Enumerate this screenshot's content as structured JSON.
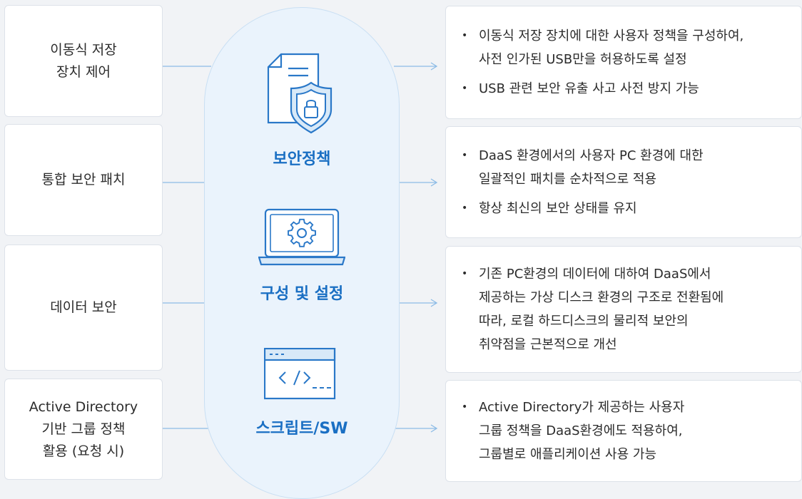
{
  "left_items": [
    {
      "label": "이동식 저장\n장치 제어"
    },
    {
      "label": "통합 보안 패치"
    },
    {
      "label": "데이터 보안"
    },
    {
      "label": "Active Directory\n기반 그룹 정책\n활용 (요청 시)"
    }
  ],
  "center_items": [
    {
      "label": "보안정책",
      "icon": "document-shield-icon"
    },
    {
      "label": "구성 및 설정",
      "icon": "laptop-gear-icon"
    },
    {
      "label": "스크립트/SW",
      "icon": "code-window-icon"
    }
  ],
  "right_items": [
    {
      "bullets": [
        "이동식 저장 장치에 대한 사용자 정책을 구성하여,\n사전 인가된 USB만을 허용하도록 설정",
        "USB 관련 보안 유출 사고 사전 방지 가능"
      ]
    },
    {
      "bullets": [
        "DaaS 환경에서의 사용자 PC 환경에 대한\n일괄적인 패치를 순차적으로 적용",
        "항상 최신의 보안 상태를 유지"
      ]
    },
    {
      "bullets": [
        "기존 PC환경의 데이터에 대하여 DaaS에서\n제공하는 가상 디스크 환경의 구조로 전환됨에\n따라, 로컬 하드디스크의 물리적 보안의\n취약점을 근본적으로 개선"
      ]
    },
    {
      "bullets": [
        "Active Directory가 제공하는 사용자\n그룹 정책을 DaaS환경에도 적용하여,\n그룹별로 애플리케이션 사용 가능"
      ]
    }
  ],
  "colors": {
    "accent": "#1a6fc3",
    "line": "#7fb2e0",
    "pill_bg": "#eaf3fc",
    "icon_stroke": "#2a78c8"
  }
}
